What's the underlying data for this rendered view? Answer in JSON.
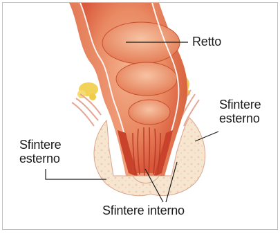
{
  "labels": {
    "retto": "Retto",
    "sfintere_esterno_right": [
      "Sfintere",
      "esterno"
    ],
    "sfintere_esterno_left": [
      "Sfintere",
      "esterno"
    ],
    "sfintere_interno": "Sfintere interno"
  },
  "colors": {
    "border": "#f0b678",
    "tissue_dark": "#d9573a",
    "tissue_mid": "#e8835f",
    "tissue_light": "#f2b08f",
    "muscle_cream": "#f6e6cf",
    "muscle_pink": "#f0c6b6",
    "fat_yellow": "#f3d25a",
    "leader_line": "#1a1a1a"
  }
}
